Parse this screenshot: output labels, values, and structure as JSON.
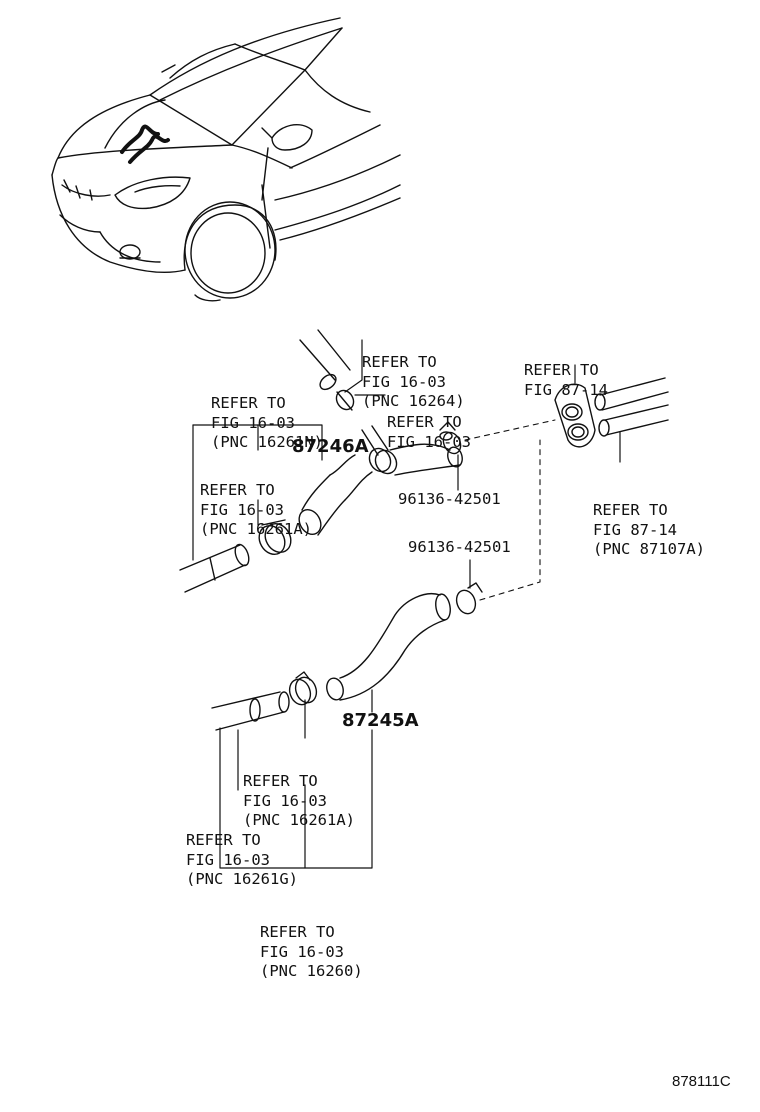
{
  "diagram": {
    "drawing_id": "878111C",
    "parts": {
      "hose_upper": "87246A",
      "hose_lower": "87245A",
      "clamp_upper": "96136-42501",
      "clamp_lower": "96136-42501"
    },
    "callouts": [
      {
        "id": "c1",
        "lines": [
          "REFER TO",
          "FIG 16-03",
          "(PNC 16264)"
        ]
      },
      {
        "id": "c2",
        "lines": [
          "REFER TO",
          "FIG 16-03"
        ]
      },
      {
        "id": "c3",
        "lines": [
          "REFER TO",
          "FIG 16-03",
          "(PNC 16261N)"
        ]
      },
      {
        "id": "c4",
        "lines": [
          "REFER TO",
          "FIG 16-03",
          "(PNC 16261A)"
        ]
      },
      {
        "id": "c5",
        "lines": [
          "REFER TO",
          "FIG 87-14"
        ]
      },
      {
        "id": "c6",
        "lines": [
          "REFER TO",
          "FIG 87-14",
          "(PNC 87107A)"
        ]
      },
      {
        "id": "c7",
        "lines": [
          "REFER TO",
          "FIG 16-03",
          "(PNC 16261A)"
        ]
      },
      {
        "id": "c8",
        "lines": [
          "REFER TO",
          "FIG 16-03",
          "(PNC 16261G)"
        ]
      },
      {
        "id": "c9",
        "lines": [
          "REFER TO",
          "FIG 16-03",
          "(PNC 16260)"
        ]
      }
    ]
  }
}
